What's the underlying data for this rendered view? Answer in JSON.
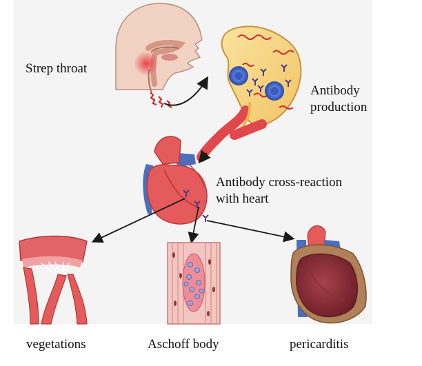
{
  "labels": {
    "strep_throat": "Strep throat",
    "antibody_production": "Antibody\nproduction",
    "cross_reaction": "Antibody cross-reaction\nwith heart",
    "vegetations": "vegetations",
    "aschoff_body": "Aschoff body",
    "pericarditis": "pericarditis"
  },
  "colors": {
    "skin": "#f2d2c2",
    "throat_inflammation": "#e8323a",
    "lymph_node": "#f7d58a",
    "bacteria_chain": "#d02a2a",
    "b_cell": "#4b6fd1",
    "antibody": "#4a3a8c",
    "vessel": "#e0484c",
    "heart": "#e55a5a",
    "vein_blue": "#4a6fbf",
    "pericardium": "#b08058",
    "panel_background": "#f4f4f4"
  },
  "icons": [
    "head-profile-illustration",
    "lymph-node-illustration",
    "heart-illustration",
    "valve-vegetations-illustration",
    "aschoff-body-tissue-illustration",
    "pericarditis-heart-illustration"
  ]
}
